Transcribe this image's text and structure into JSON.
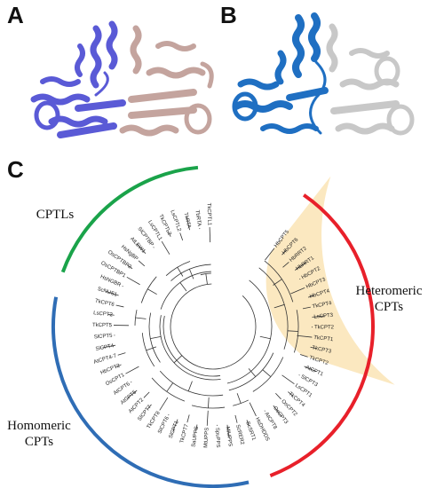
{
  "panels": {
    "a": "A",
    "b": "B",
    "c": "C"
  },
  "groups": {
    "cptls": "CPTLs",
    "heteromeric": [
      "Heteromeric",
      "CPTs"
    ],
    "homomeric": [
      "Homomeric",
      "CPTs"
    ]
  },
  "colors": {
    "cptl_arc": "#1aa34a",
    "hetero_arc": "#e8202a",
    "homo_arc": "#2f6db5",
    "highlight": "#fbe8c0",
    "structA_chain1": "#5a5ad6",
    "structA_chain2": "#c4a49e",
    "structB_chain1": "#1f6fc2",
    "structB_chain2": "#c8c8c8",
    "branch": "#333333"
  },
  "tree": {
    "leaves": [
      "TkCPTL1",
      "TbRTA",
      "TkRTA",
      "LsCPTL2",
      "TkCPTL2",
      "LsCPTL1",
      "SlCPTBP",
      "AtLEW1",
      "HsNgBP",
      "OsCPTBP2",
      "OsCPTBP1",
      "HsNGBR",
      "ScNUS1",
      "TkCPT6",
      "LsCPT2",
      "TkCPT5",
      "SlCPT5",
      "SlCPT4",
      "AtCPT4-7",
      "HbCPT2",
      "OsCPT1",
      "AtCPT6",
      "AtCPT5",
      "AtCPT2",
      "SlCPT7",
      "TkCPT8",
      "SlCPT6",
      "SlCPT1",
      "TkCPT7",
      "SaUPPS",
      "MtUPPS",
      "SpuPPS",
      "MlUPPS",
      "ScRER2",
      "ScSRT1",
      "HsDHDDS",
      "AtCPT8",
      "OsCPT3",
      "OsCPT2",
      "TkCPT4",
      "LsCPT1",
      "SlCPT3",
      "AtCPT1",
      "TkCPT2",
      "TkCPT3",
      "TkCPT1",
      "TkCPT2",
      "LsCPT3",
      "TkCPT4",
      "HbCPT4",
      "HbCPT3",
      "HbCPT2",
      "HbRRT1",
      "HbRRT2",
      "HbCPT6",
      "HbCPT5"
    ]
  }
}
